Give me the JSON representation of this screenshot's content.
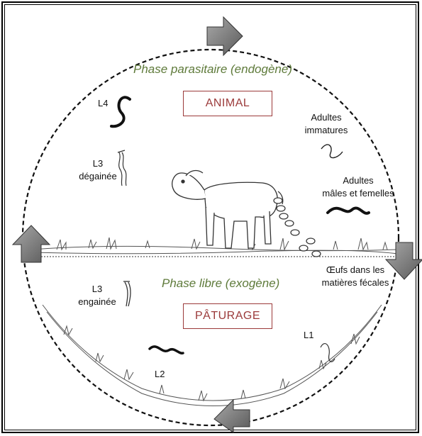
{
  "diagram": {
    "phase_parasitic": "Phase parasitaire (endogène)",
    "phase_free": "Phase libre (exogène)",
    "box_animal": "ANIMAL",
    "box_pasture": "PÂTURAGE",
    "stages": {
      "l4": "L4",
      "l3_unsheathed_1": "L3",
      "l3_unsheathed_2": "dégainée",
      "immature_1": "Adultes",
      "immature_2": "immatures",
      "adults_1": "Adultes",
      "adults_2": "mâles et femelles",
      "eggs_1": "Œufs dans les",
      "eggs_2": "matières fécales",
      "l3_sheathed_1": "L3",
      "l3_sheathed_2": "engainée",
      "l1": "L1",
      "l2": "L2"
    },
    "colors": {
      "phase_text": "#5e7a3a",
      "box_border": "#9b3a3a",
      "arrow_fill": "#7a7a7a"
    }
  }
}
